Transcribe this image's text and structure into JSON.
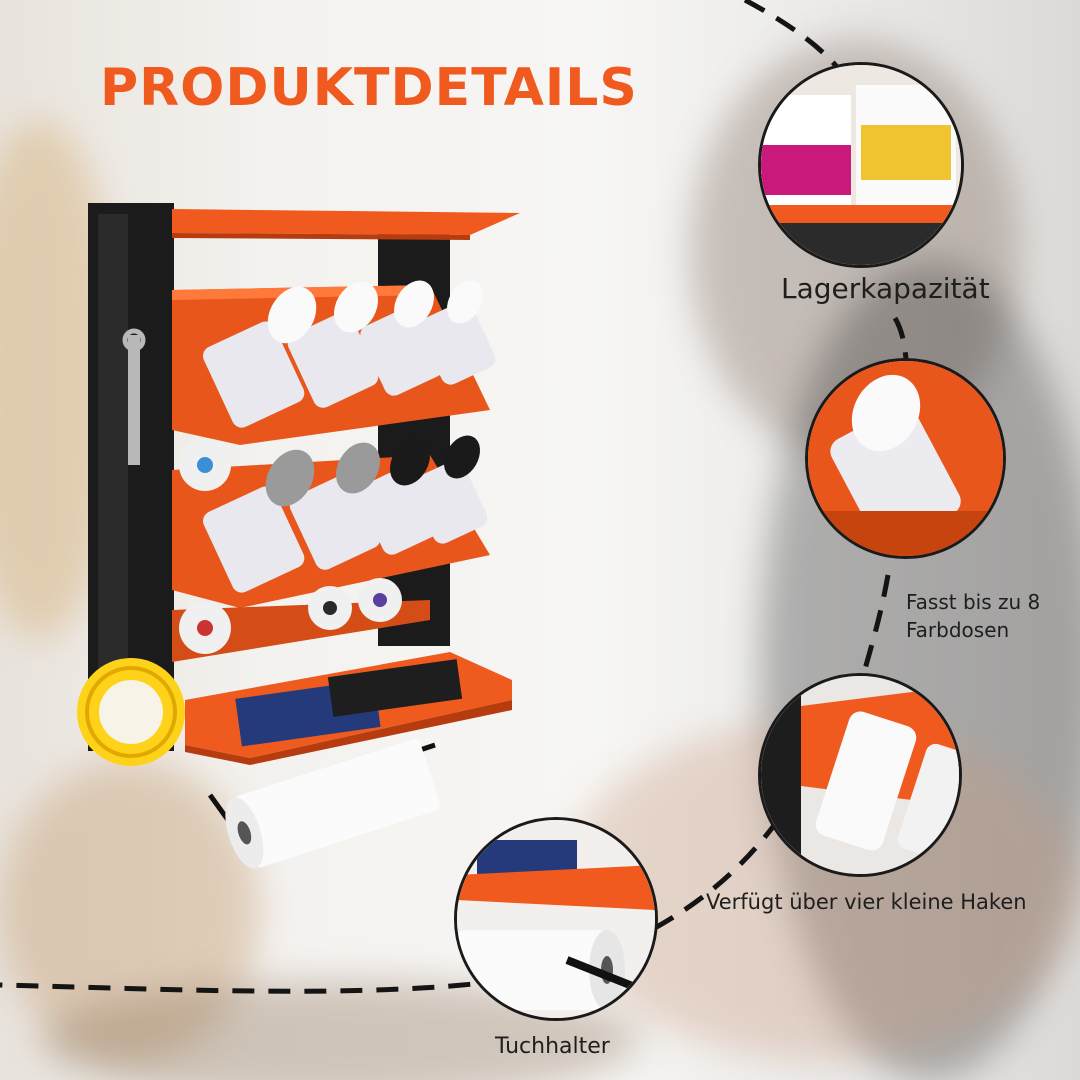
{
  "title": "PRODUKTDETAILS",
  "accent_color": "#f05a1e",
  "callouts": [
    {
      "id": "storage",
      "caption": "Lagerkapazität",
      "icon": "storage-detail-photo"
    },
    {
      "id": "cans",
      "caption": "Fasst bis zu 8 Farbdosen",
      "icon": "spray-can-detail-photo"
    },
    {
      "id": "hooks",
      "caption": "Verfügt über vier kleine Haken",
      "icon": "hook-detail-photo"
    },
    {
      "id": "towel",
      "caption": "Tuchhalter",
      "icon": "towel-holder-detail-photo"
    }
  ]
}
